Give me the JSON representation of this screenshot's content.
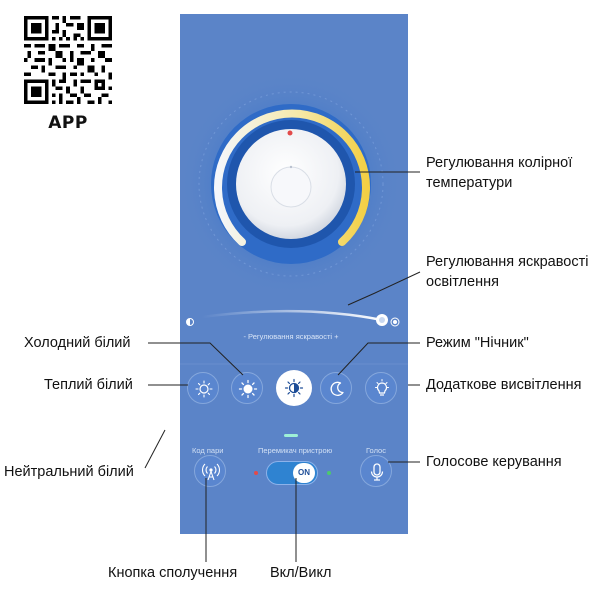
{
  "app_badge": {
    "label": "APP"
  },
  "screen": {
    "brightness_caption": "- Регулювання яскравості +",
    "brightness_level": 0.92,
    "color_temperature_dial_value": 0.5,
    "modes": [
      {
        "id": "warm",
        "icon": "sun-outline-icon",
        "selected": false
      },
      {
        "id": "cold",
        "icon": "sun-filled-icon",
        "selected": false
      },
      {
        "id": "neutral",
        "icon": "sun-half-icon",
        "selected": true
      },
      {
        "id": "night",
        "icon": "moon-icon",
        "selected": false
      },
      {
        "id": "aux",
        "icon": "lightbulb-icon",
        "selected": false
      }
    ],
    "pair_label": "Код пари",
    "switch_label": "Перемикач пристрою",
    "voice_label": "Голос",
    "switch_state": "ON"
  },
  "callouts": {
    "color_temp": [
      "Регулювання колірної",
      "температури"
    ],
    "brightness": [
      "Регулювання яскравості",
      "освітлення"
    ],
    "cold_white": "Холодний білий",
    "night_mode": "Режим \"Нічник\"",
    "warm_white": "Теплий білий",
    "aux_light": "Додаткове висвітлення",
    "neutral_white": "Нейтральний білий",
    "voice_control": "Голосове керування",
    "pairing_button": "Кнопка сполучення",
    "on_off": "Вкл/Викл"
  },
  "colors": {
    "screen_bg": "#5b84c8",
    "ring_warm": "#f3d35a",
    "ring_cool": "#eef3fb",
    "accent_dark": "#1d4d97",
    "switch_on": "#2f83d1",
    "indicator_red": "#e24a4a",
    "indicator_green": "#4cc96d"
  }
}
